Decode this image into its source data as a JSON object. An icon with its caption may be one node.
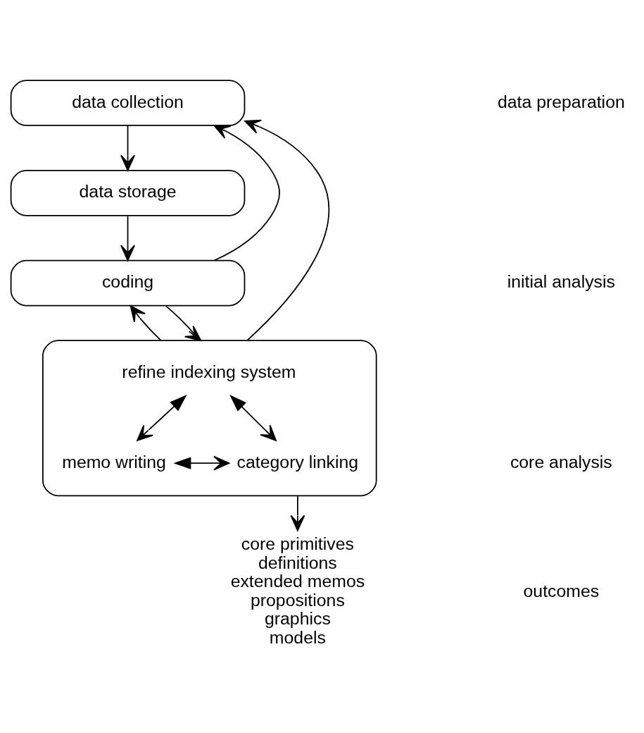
{
  "diagram": {
    "nodes": [
      {
        "text": [
          "data collection"
        ]
      },
      {
        "text": [
          "data storage"
        ]
      },
      {
        "text": [
          "coding"
        ]
      },
      {
        "text": [],
        "shape": "box"
      },
      {
        "text": [
          "refine indexing system"
        ],
        "in": 3
      },
      {
        "text": [
          "memo writing"
        ],
        "in": 3
      },
      {
        "text": [
          "category linking"
        ],
        "in": 3
      },
      {
        "text": [
          "core primitives",
          "definitions",
          "extended memos",
          "propositions",
          "graphics",
          "models"
        ]
      }
    ],
    "edges": [
      {
        "from": 0,
        "to": 1,
        "arrow": "to"
      },
      {
        "from": 1,
        "to": 2,
        "arrow": "to"
      },
      {
        "from": 2,
        "to": 3,
        "arrow": "to"
      },
      {
        "from": 2,
        "to": 0,
        "arrow": "to"
      },
      {
        "from": 3,
        "to": 2,
        "arrow": "to"
      },
      {
        "from": 3,
        "to": 0,
        "arrow": "to"
      },
      {
        "from": 4,
        "to": 5,
        "arrow": "both"
      },
      {
        "from": 4,
        "to": 6,
        "arrow": "both"
      },
      {
        "from": 5,
        "to": 6,
        "arrow": "both"
      },
      {
        "from": 3,
        "to": 7,
        "arrow": "to"
      }
    ],
    "labels": [
      "data preparation",
      "initial analysis",
      "core analysis",
      "outcomes"
    ]
  }
}
